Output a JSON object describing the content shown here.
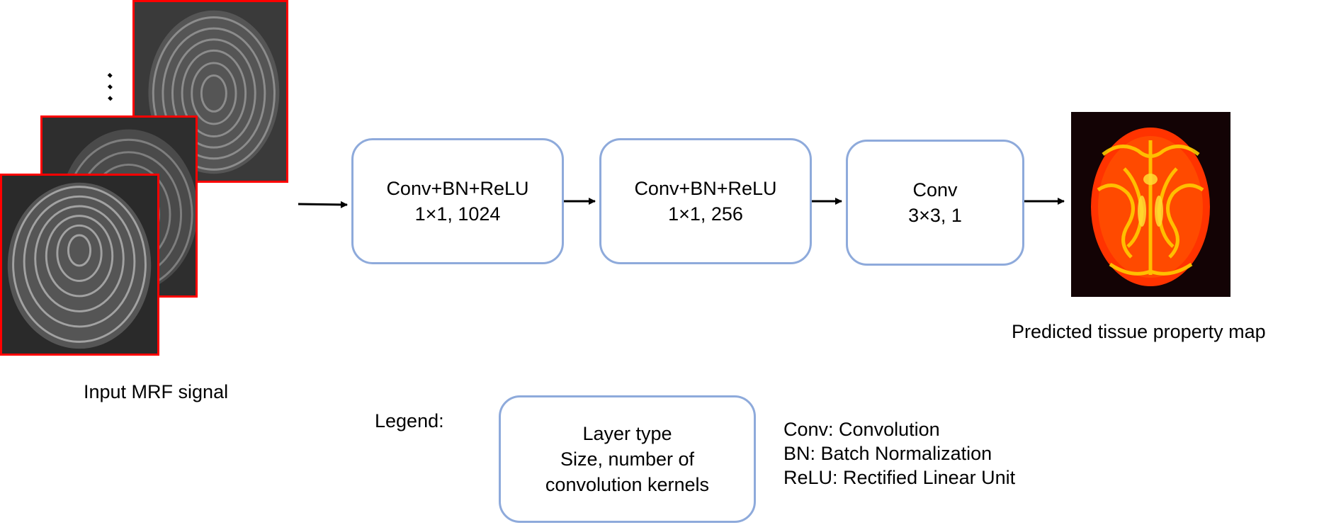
{
  "input_label": "Input MRF signal",
  "ellipsis": "⋰",
  "layers": [
    {
      "type": "Conv+BN+ReLU",
      "size": "1×1, 1024"
    },
    {
      "type": "Conv+BN+ReLU",
      "size": "1×1, 256"
    },
    {
      "type": "Conv",
      "size": "3×3, 1"
    }
  ],
  "output_label": "Predicted tissue property map",
  "legend": {
    "title": "Legend:",
    "box_lines": [
      "Layer type",
      "Size, number of",
      "convolution kernels"
    ],
    "definitions": [
      "Conv: Convolution",
      "BN: Batch Normalization",
      "ReLU: Rectified Linear Unit"
    ]
  },
  "colors": {
    "frame_border": "#ff0000",
    "box_border": "#8eaadb",
    "map_background": "#130305",
    "map_hot": "#ff3300",
    "map_warm": "#ffcc00"
  }
}
